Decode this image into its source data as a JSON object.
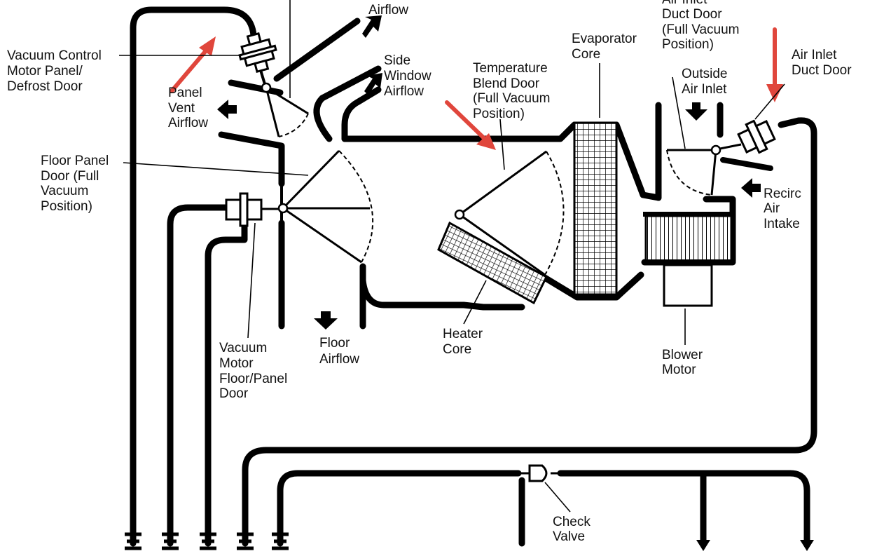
{
  "labels": {
    "airflow_top": "Airflow",
    "vacuum_control": [
      "Vacuum Control",
      "Motor Panel/",
      "Defrost Door"
    ],
    "side_window": [
      "Side",
      "Window",
      "Airflow"
    ],
    "panel_vent": [
      "Panel",
      "Vent",
      "Airflow"
    ],
    "floor_panel_door": [
      "Floor Panel",
      "Door (Full",
      "Vacuum",
      "Position)"
    ],
    "temp_blend": [
      "Temperature",
      "Blend Door",
      "(Full Vacuum",
      "Position)"
    ],
    "evaporator": [
      "Evaporator",
      "Core"
    ],
    "air_inlet_door_cut": [
      "Air Inlet",
      "Duct Door",
      "(Full Vacuum",
      "Position)"
    ],
    "outside_air": [
      "Outside",
      "Air Inlet"
    ],
    "air_inlet_duct_door": [
      "Air Inlet",
      "Duct Door"
    ],
    "recirc": [
      "Recirc",
      "Air",
      "Intake"
    ],
    "heater_core": [
      "Heater",
      "Core"
    ],
    "blower_motor": [
      "Blower",
      "Motor"
    ],
    "floor_airflow": [
      "Floor",
      "Airflow"
    ],
    "vacuum_motor_floor": [
      "Vacuum",
      "Motor",
      "Floor/Panel",
      "Door"
    ],
    "check_valve": [
      "Check",
      "Valve"
    ]
  },
  "colors": {
    "annotation_arrow": "#e0463c",
    "line": "#000000"
  }
}
